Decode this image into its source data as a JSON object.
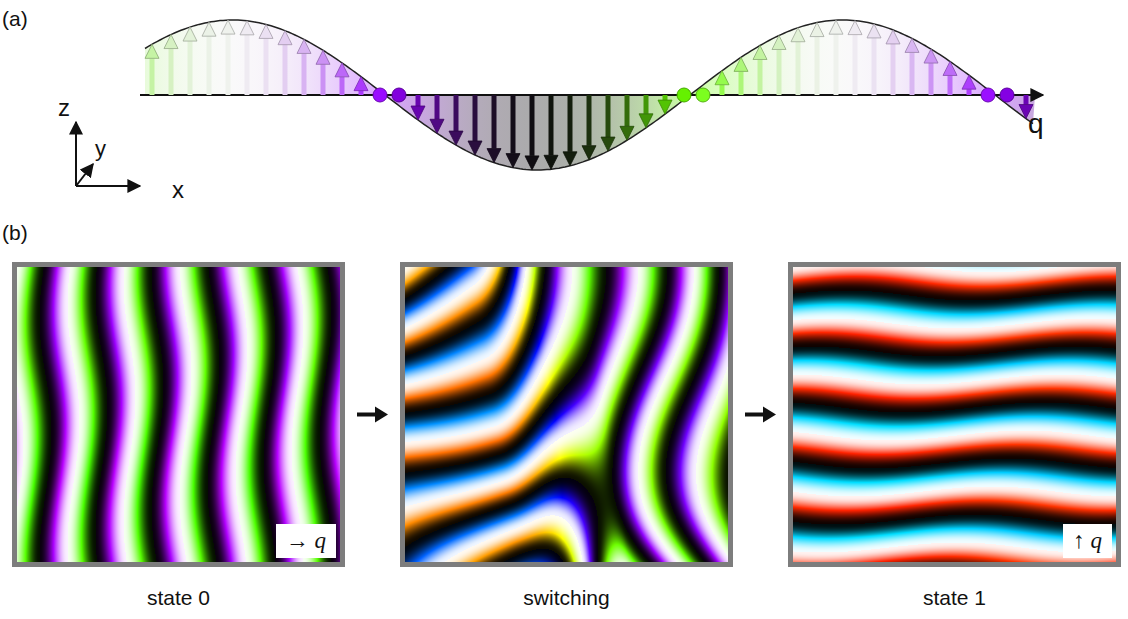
{
  "diagram": {
    "nodes": [
      {
        "text": [
          "state 0"
        ]
      },
      {
        "text": [
          "switching"
        ]
      },
      {
        "text": [
          "state 1"
        ]
      },
      {
        "text": [
          "→ q"
        ],
        "in": 0
      },
      {
        "text": [
          "↑ q"
        ],
        "in": 2
      }
    ],
    "edges": [
      {
        "from": 0,
        "to": 1,
        "arrow": "to"
      },
      {
        "from": 1,
        "to": 2,
        "arrow": "to"
      }
    ],
    "labels": [
      "(a)",
      "z",
      "y",
      "x",
      "q",
      "(b)"
    ]
  }
}
